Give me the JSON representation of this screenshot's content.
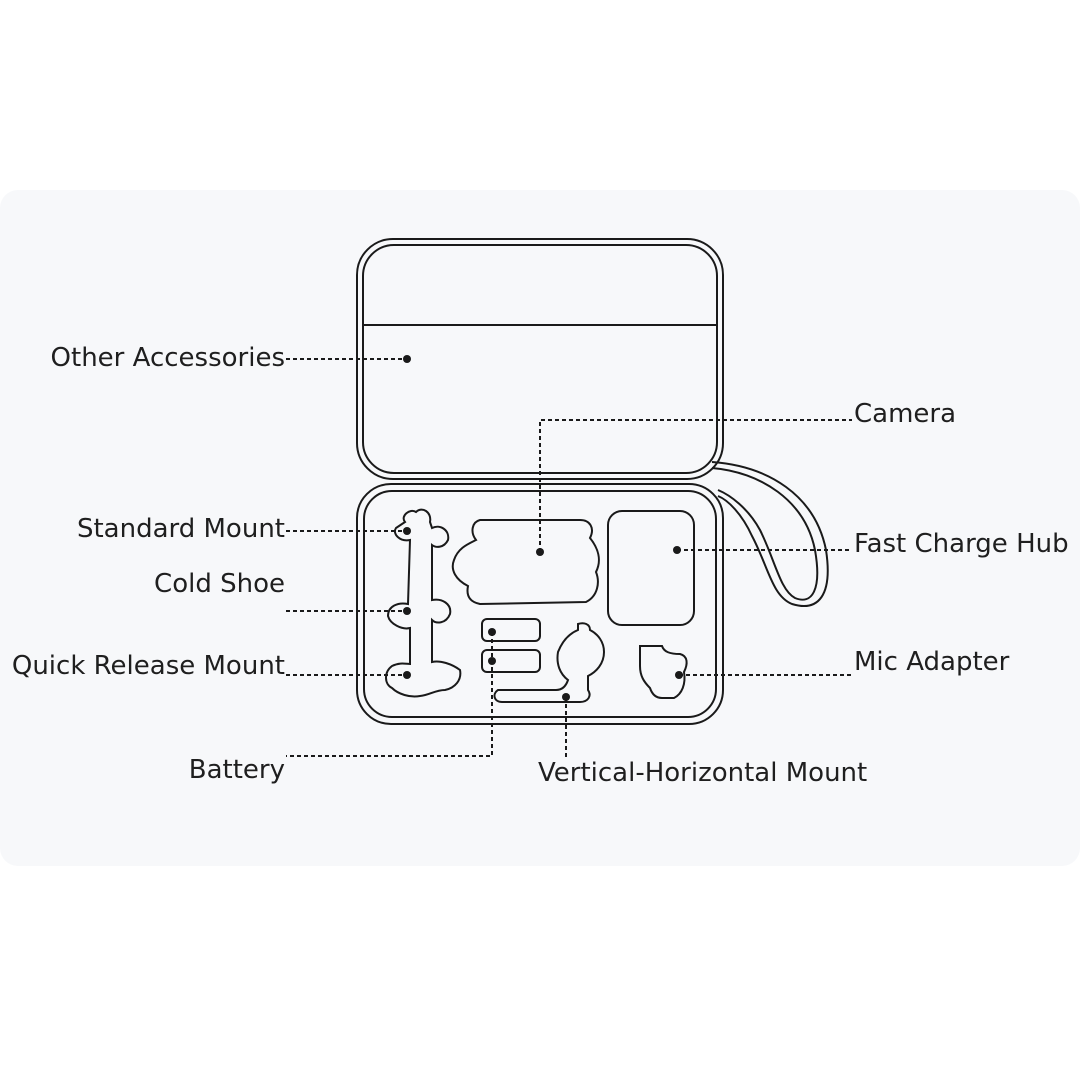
{
  "labels": {
    "other_accessories": "Other Accessories",
    "camera": "Camera",
    "standard_mount": "Standard Mount",
    "cold_shoe": "Cold Shoe",
    "quick_release_mount": "Quick Release Mount",
    "fast_charge_hub": "Fast Charge Hub",
    "mic_adapter": "Mic Adapter",
    "battery": "Battery",
    "vertical_horizontal_mount": "Vertical-Horizontal Mount"
  },
  "colors": {
    "line": "#1a1a1a",
    "panel": "#f7f8fa",
    "text": "#1f1f1f"
  }
}
